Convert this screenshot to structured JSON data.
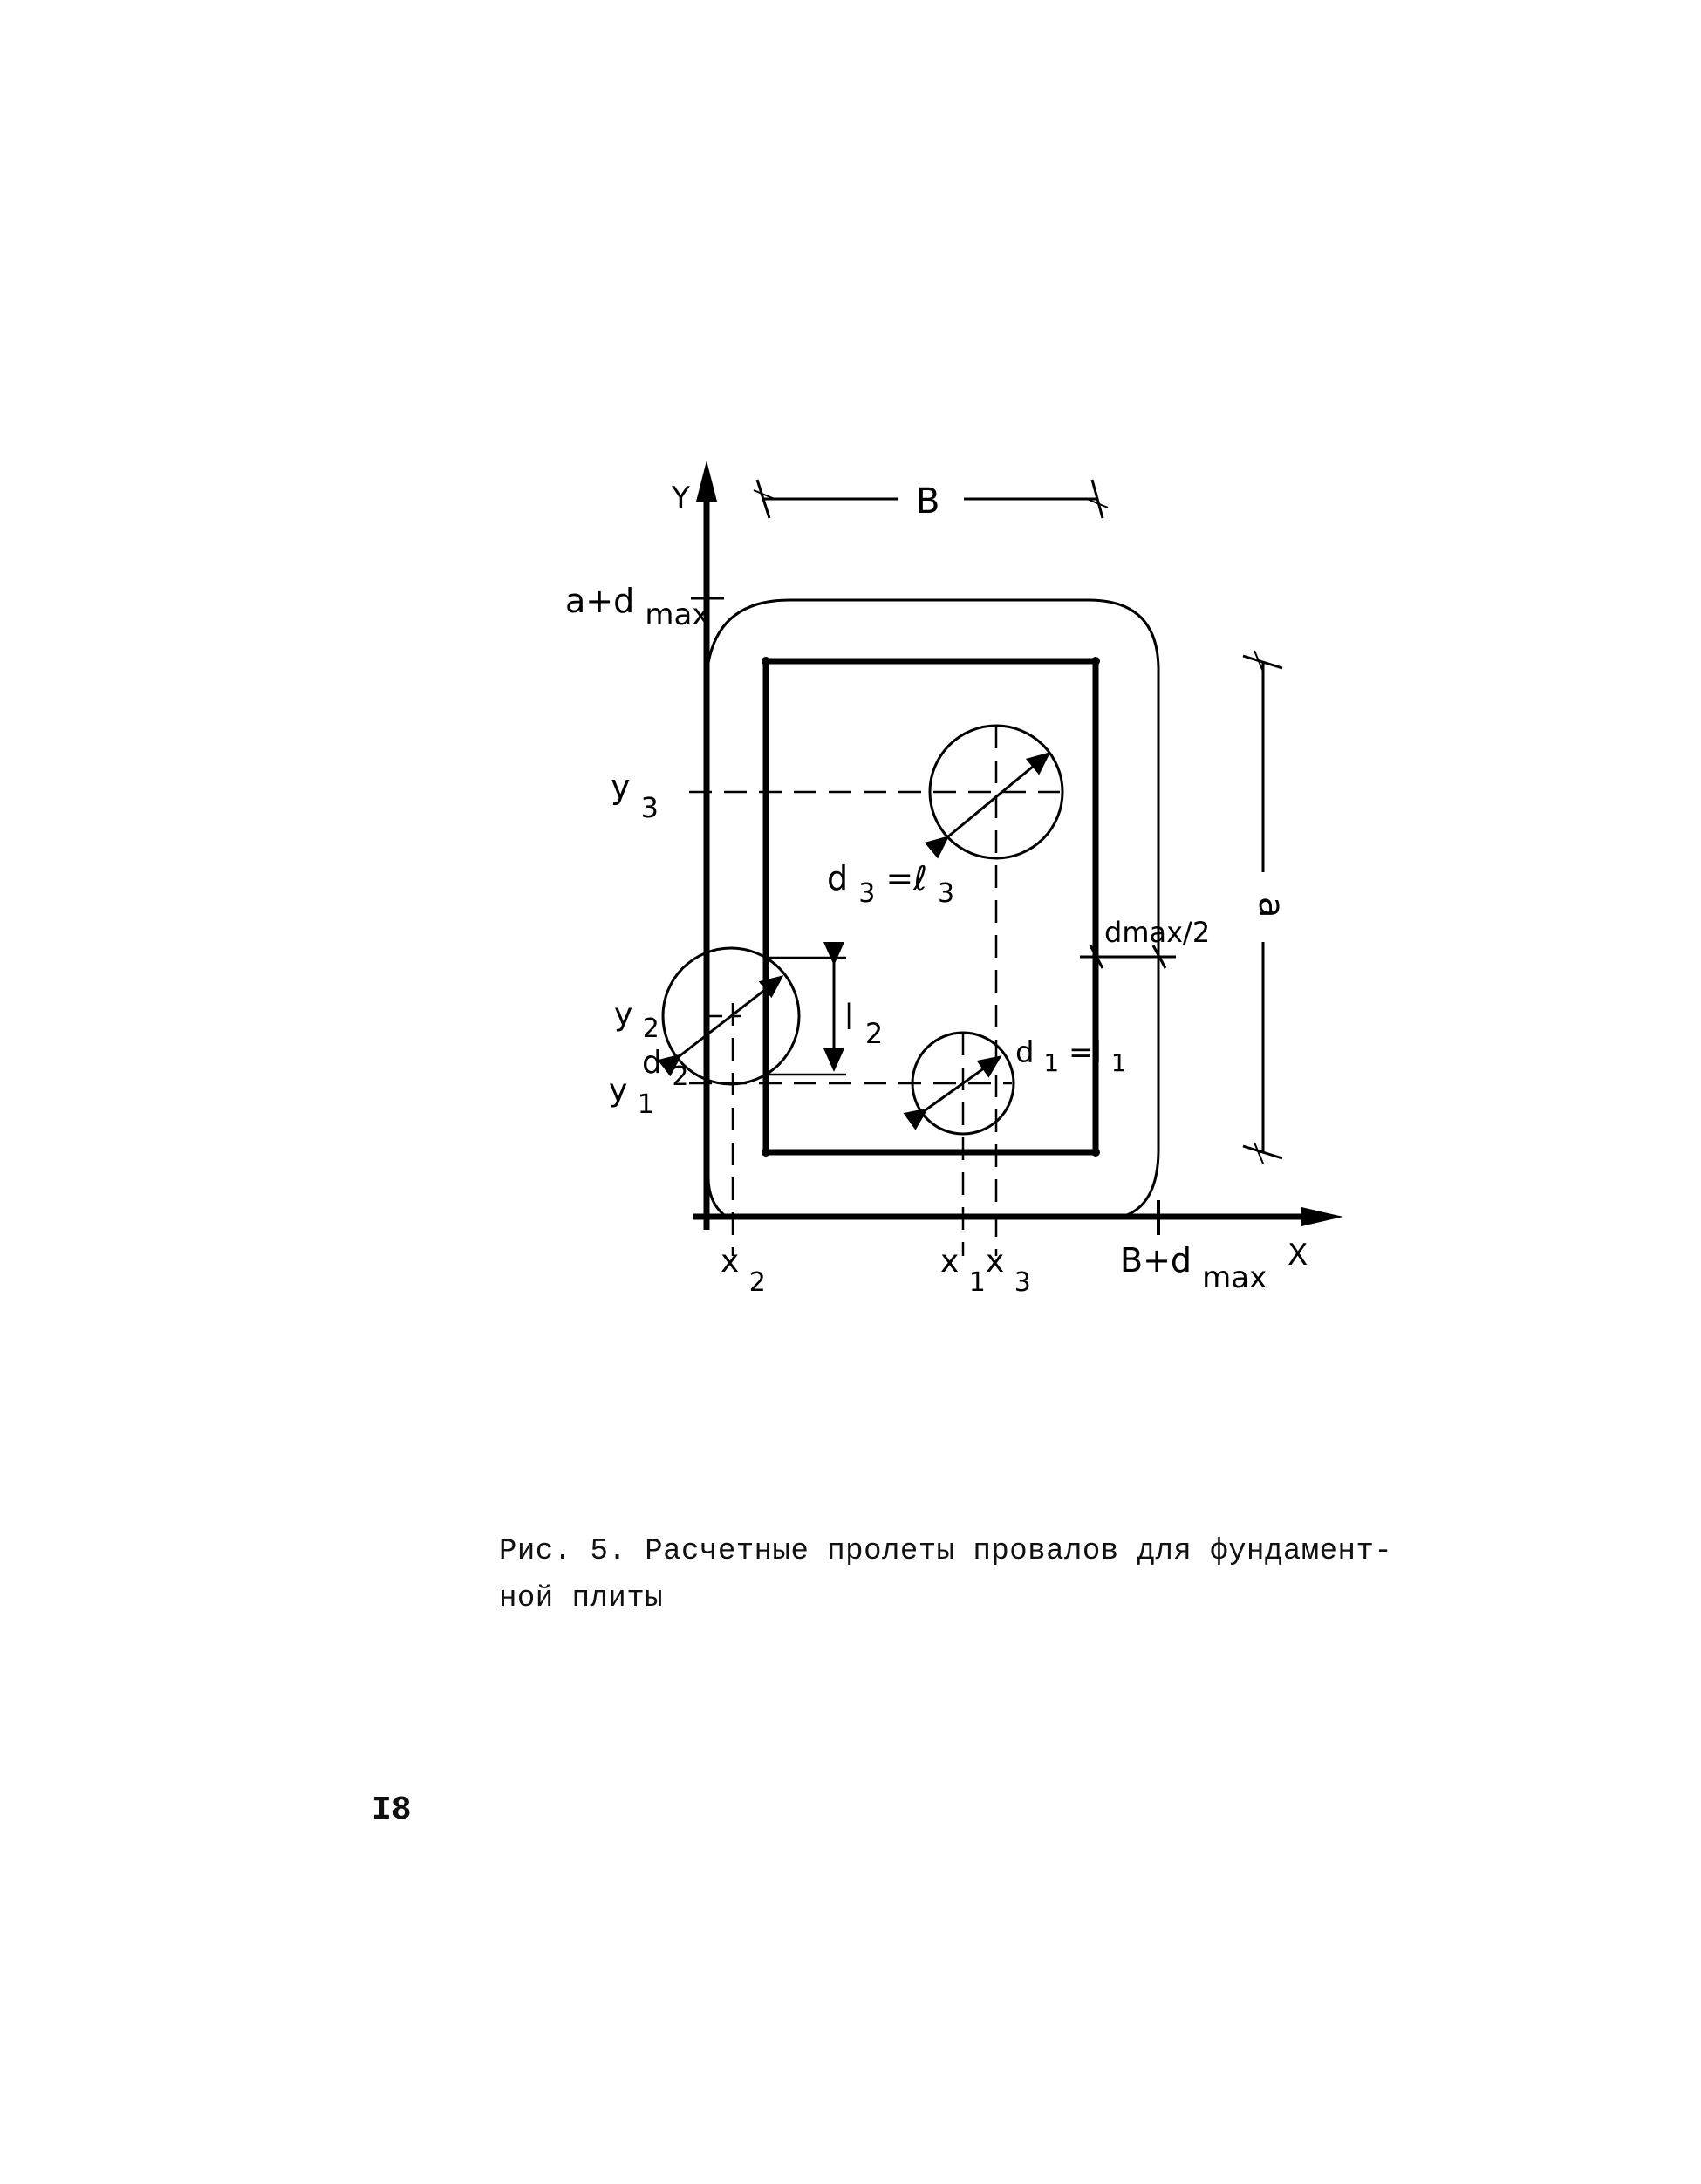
{
  "labels": {
    "y_axis": "Y",
    "x_axis": "X",
    "width_b": "B",
    "height_a": "a",
    "top_bound_main": "a+d",
    "top_bound_sub": "max",
    "right_bound_main": "B+d",
    "right_bound_sub": "max",
    "half_dmax": "dmax/2",
    "y3_main": "y",
    "y3_sub": "3",
    "y2_main": "y",
    "y2_sub": "2",
    "y1_main": "y",
    "y1_sub": "1",
    "x2_main": "x",
    "x2_sub": "2",
    "x1_main": "x",
    "x1_sub": "1",
    "x3_main": "x",
    "x3_sub": "3",
    "d3_main": "d",
    "d3_sub": "3",
    "d3_eq": "=ℓ",
    "d3_sub2": "3",
    "d2_main": "d",
    "d2_sub": "2",
    "d1_main": "d",
    "d1_sub": "1",
    "d1_eq": "=l",
    "d1_sub2": "1",
    "l2_main": "l",
    "l2_sub": "2"
  },
  "caption": {
    "line1": "Рис. 5. Расчетные пролеты провалов для фундамент-",
    "line2": "ной плиты"
  },
  "page_number": "I8"
}
